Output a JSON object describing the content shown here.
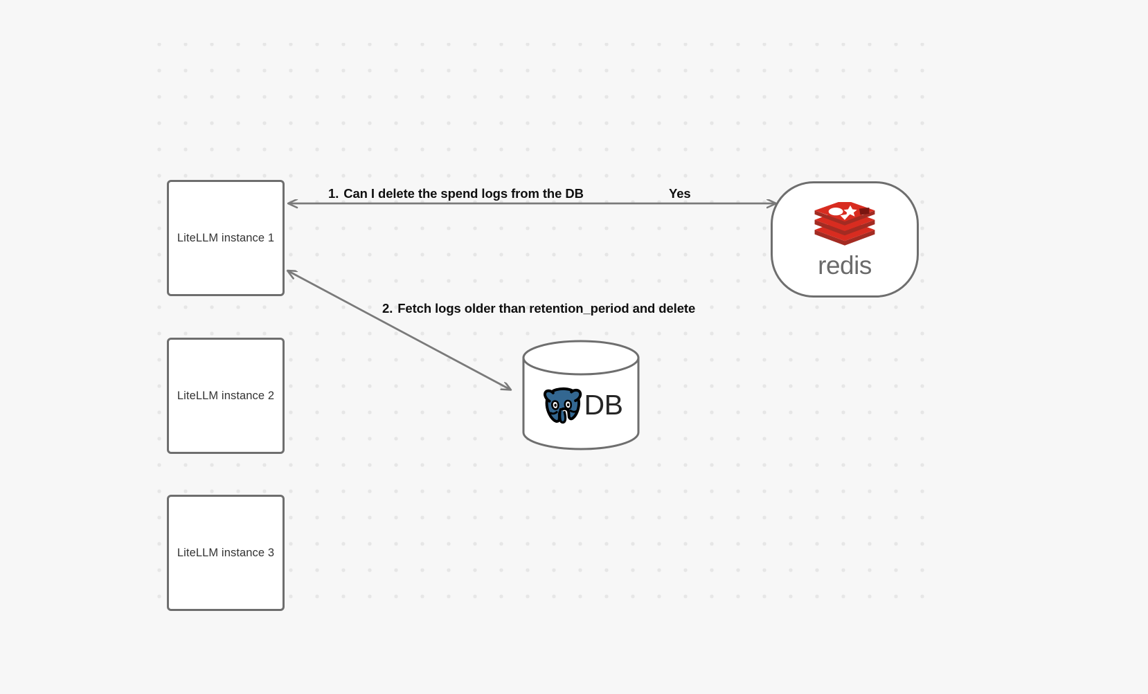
{
  "diagram": {
    "type": "architecture-flow",
    "background": {
      "color": "#f7f7f7",
      "grid": "dot-grid",
      "dot_color": "#e6e6e6"
    },
    "nodes": [
      {
        "id": "instance-1",
        "label": "LiteLLM instance 1",
        "shape": "rounded-rectangle",
        "fill": "#ffffff",
        "stroke": "#6e6e6e"
      },
      {
        "id": "instance-2",
        "label": "LiteLLM instance 2",
        "shape": "rounded-rectangle",
        "fill": "#ffffff",
        "stroke": "#6e6e6e"
      },
      {
        "id": "instance-3",
        "label": "LiteLLM instance 3",
        "shape": "rounded-rectangle",
        "fill": "#ffffff",
        "stroke": "#6e6e6e"
      },
      {
        "id": "redis",
        "label": "redis",
        "shape": "stadium",
        "icon": "redis-logo-icon",
        "fill": "#ffffff",
        "stroke": "#6e6e6e",
        "brand_color": "#d82c20"
      },
      {
        "id": "database",
        "label": "DB",
        "shape": "cylinder",
        "icon": "postgresql-elephant-icon",
        "fill": "#ffffff",
        "stroke": "#6e6e6e",
        "brand_color": "#336791"
      }
    ],
    "edges": [
      {
        "id": "edge-1",
        "from": "instance-1",
        "to": "redis",
        "direction": "bidirectional",
        "step": "1.",
        "label": "Can I delete the spend logs from the DB",
        "reply_label": "Yes",
        "stroke": "#7a7a7a"
      },
      {
        "id": "edge-2",
        "from": "instance-1",
        "to": "database",
        "direction": "bidirectional",
        "step": "2.",
        "label": "Fetch logs older than retention_period and delete",
        "stroke": "#7a7a7a"
      }
    ]
  }
}
